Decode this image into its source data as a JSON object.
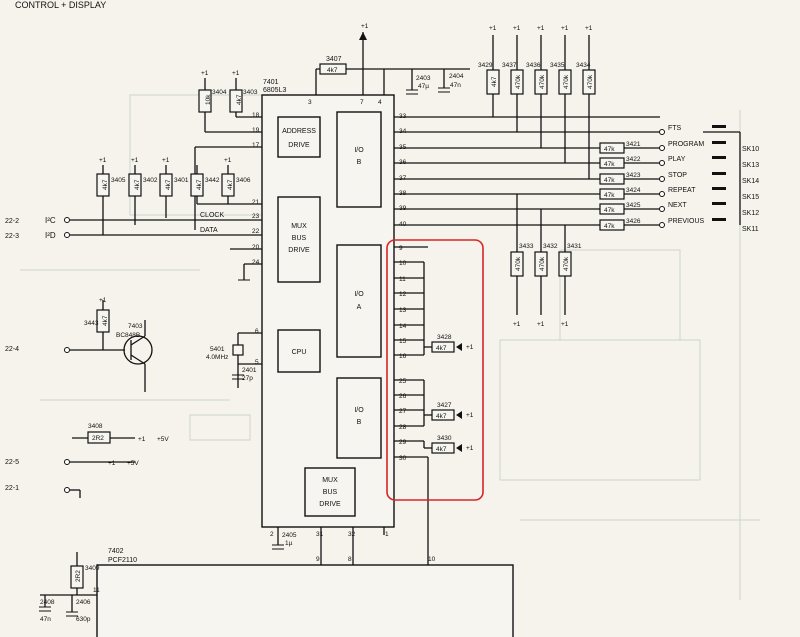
{
  "header": {
    "title": "CONTROL + DISPLAY"
  },
  "ic_main": {
    "ref": "7401",
    "type": "6805L3",
    "address_drive": [
      "ADDRESS",
      "DRIVE"
    ],
    "mux_bus_drive": [
      "MUX",
      "BUS",
      "DRIVE"
    ],
    "cpu": "CPU",
    "io_b": [
      "I/O",
      "B"
    ],
    "io_a": [
      "I/O",
      "A"
    ],
    "top_pins": [
      "3",
      "7",
      "4"
    ],
    "left_pins": [
      "18",
      "19",
      "17",
      "21",
      "23",
      "22",
      "20",
      "24",
      "6",
      "5"
    ],
    "right_pins_b": [
      "33",
      "34",
      "35",
      "36",
      "37",
      "38",
      "39",
      "40"
    ],
    "right_pins_a": [
      "9",
      "10",
      "11",
      "12",
      "13",
      "14",
      "15",
      "16",
      "25",
      "26",
      "27",
      "28",
      "29",
      "30"
    ],
    "bottom_pins": [
      "2",
      "31",
      "32",
      "1",
      "9",
      "8",
      "10"
    ]
  },
  "ic_second": {
    "ref": "7402",
    "type": "PCF2110",
    "pin": "11"
  },
  "connectors": [
    {
      "ref": "22-2",
      "label": "I²C"
    },
    {
      "ref": "22-3",
      "label": "I²D"
    },
    {
      "ref": "22-4",
      "label": ""
    },
    {
      "ref": "22-5",
      "label": ""
    },
    {
      "ref": "22-1",
      "label": ""
    }
  ],
  "nets": {
    "clock": "CLOCK",
    "data": "DATA",
    "plus5v": "+5V",
    "plus1": "+1"
  },
  "resistors_top": [
    {
      "ref": "3404",
      "value": "10k"
    },
    {
      "ref": "3403",
      "value": "4k7"
    },
    {
      "ref": "3407",
      "value": "4k7"
    }
  ],
  "resistors_left": [
    {
      "ref": "3405",
      "value": "4k7"
    },
    {
      "ref": "3402",
      "value": "4k7"
    },
    {
      "ref": "3401",
      "value": "4k7"
    },
    {
      "ref": "3442",
      "value": "4k7"
    },
    {
      "ref": "3406",
      "value": "4k7"
    }
  ],
  "pullups_right": [
    {
      "ref": "3429",
      "value": "4k7"
    },
    {
      "ref": "3437",
      "value": "470k"
    },
    {
      "ref": "3436",
      "value": "470k"
    },
    {
      "ref": "3435",
      "value": "470k"
    },
    {
      "ref": "3434",
      "value": "470k"
    }
  ],
  "pulldowns_right": [
    {
      "ref": "3433",
      "value": "470k"
    },
    {
      "ref": "3432",
      "value": "470k"
    },
    {
      "ref": "3431",
      "value": "470k"
    }
  ],
  "switches": [
    {
      "label": "FTS",
      "res": "",
      "val": "",
      "sk": ""
    },
    {
      "label": "PROGRAM",
      "res": "3421",
      "val": "47k",
      "sk": "SK10"
    },
    {
      "label": "PLAY",
      "res": "3422",
      "val": "47k",
      "sk": "SK13"
    },
    {
      "label": "STOP",
      "res": "3423",
      "val": "47k",
      "sk": "SK14"
    },
    {
      "label": "REPEAT",
      "res": "3424",
      "val": "47k",
      "sk": "SK15"
    },
    {
      "label": "NEXT",
      "res": "3425",
      "val": "47k",
      "sk": "SK12"
    },
    {
      "label": "PREVIOUS",
      "res": "3426",
      "val": "47k",
      "sk": "SK11"
    }
  ],
  "io_a_resistors": [
    {
      "ref": "3428",
      "value": "4k7"
    },
    {
      "ref": "3427",
      "value": "4k7"
    },
    {
      "ref": "3430",
      "value": "4k7"
    }
  ],
  "capacitors": [
    {
      "ref": "2403",
      "value": "47µ"
    },
    {
      "ref": "2404",
      "value": "47n"
    },
    {
      "ref": "2401",
      "value": "27p"
    },
    {
      "ref": "2405",
      "value": "1µ"
    },
    {
      "ref": "2408",
      "value": "47n"
    },
    {
      "ref": "2406",
      "value": "630p"
    }
  ],
  "crystal": {
    "ref": "5401",
    "value": "4.0MHz"
  },
  "transistor": {
    "ref": "7403",
    "type": "BC848B",
    "res_ref": "3443",
    "res_value": "4k7"
  },
  "bottom_resistors": [
    {
      "ref": "3408",
      "value": "2R2"
    },
    {
      "ref": "3409",
      "value": "2R2"
    }
  ],
  "highlight_color": "#d62626"
}
